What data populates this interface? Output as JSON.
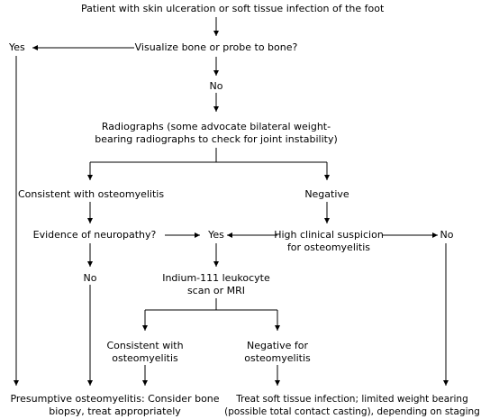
{
  "nodes": {
    "start": "Patient with skin ulceration or soft tissue infection of the foot",
    "probe_q": "Visualize bone or probe to bone?",
    "yes_probe": "Yes",
    "no_probe": "No",
    "radiographs": [
      "Radiographs (some advocate bilateral weight-",
      "bearing radiographs to check for joint instability)"
    ],
    "consistent": "Consistent with osteomyelitis",
    "negative": "Negative",
    "neuropathy_q": "Evidence of neuropathy?",
    "yes_mid": "Yes",
    "suspicion": [
      "High clinical suspicion",
      "for osteomyelitis"
    ],
    "no_right": "No",
    "no_neuro": "No",
    "indium": [
      "Indium-111 leukocyte",
      "scan or MRI"
    ],
    "consistent2": [
      "Consistent with",
      "osteomyelitis"
    ],
    "negative2": [
      "Negative for",
      "osteomyelitis"
    ],
    "presumptive": [
      "Presumptive osteomyelitis: Consider bone",
      "biopsy, treat appropriately"
    ],
    "treat": [
      "Treat soft tissue infection; limited weight bearing",
      "(possible total contact casting), depending on staging"
    ]
  }
}
